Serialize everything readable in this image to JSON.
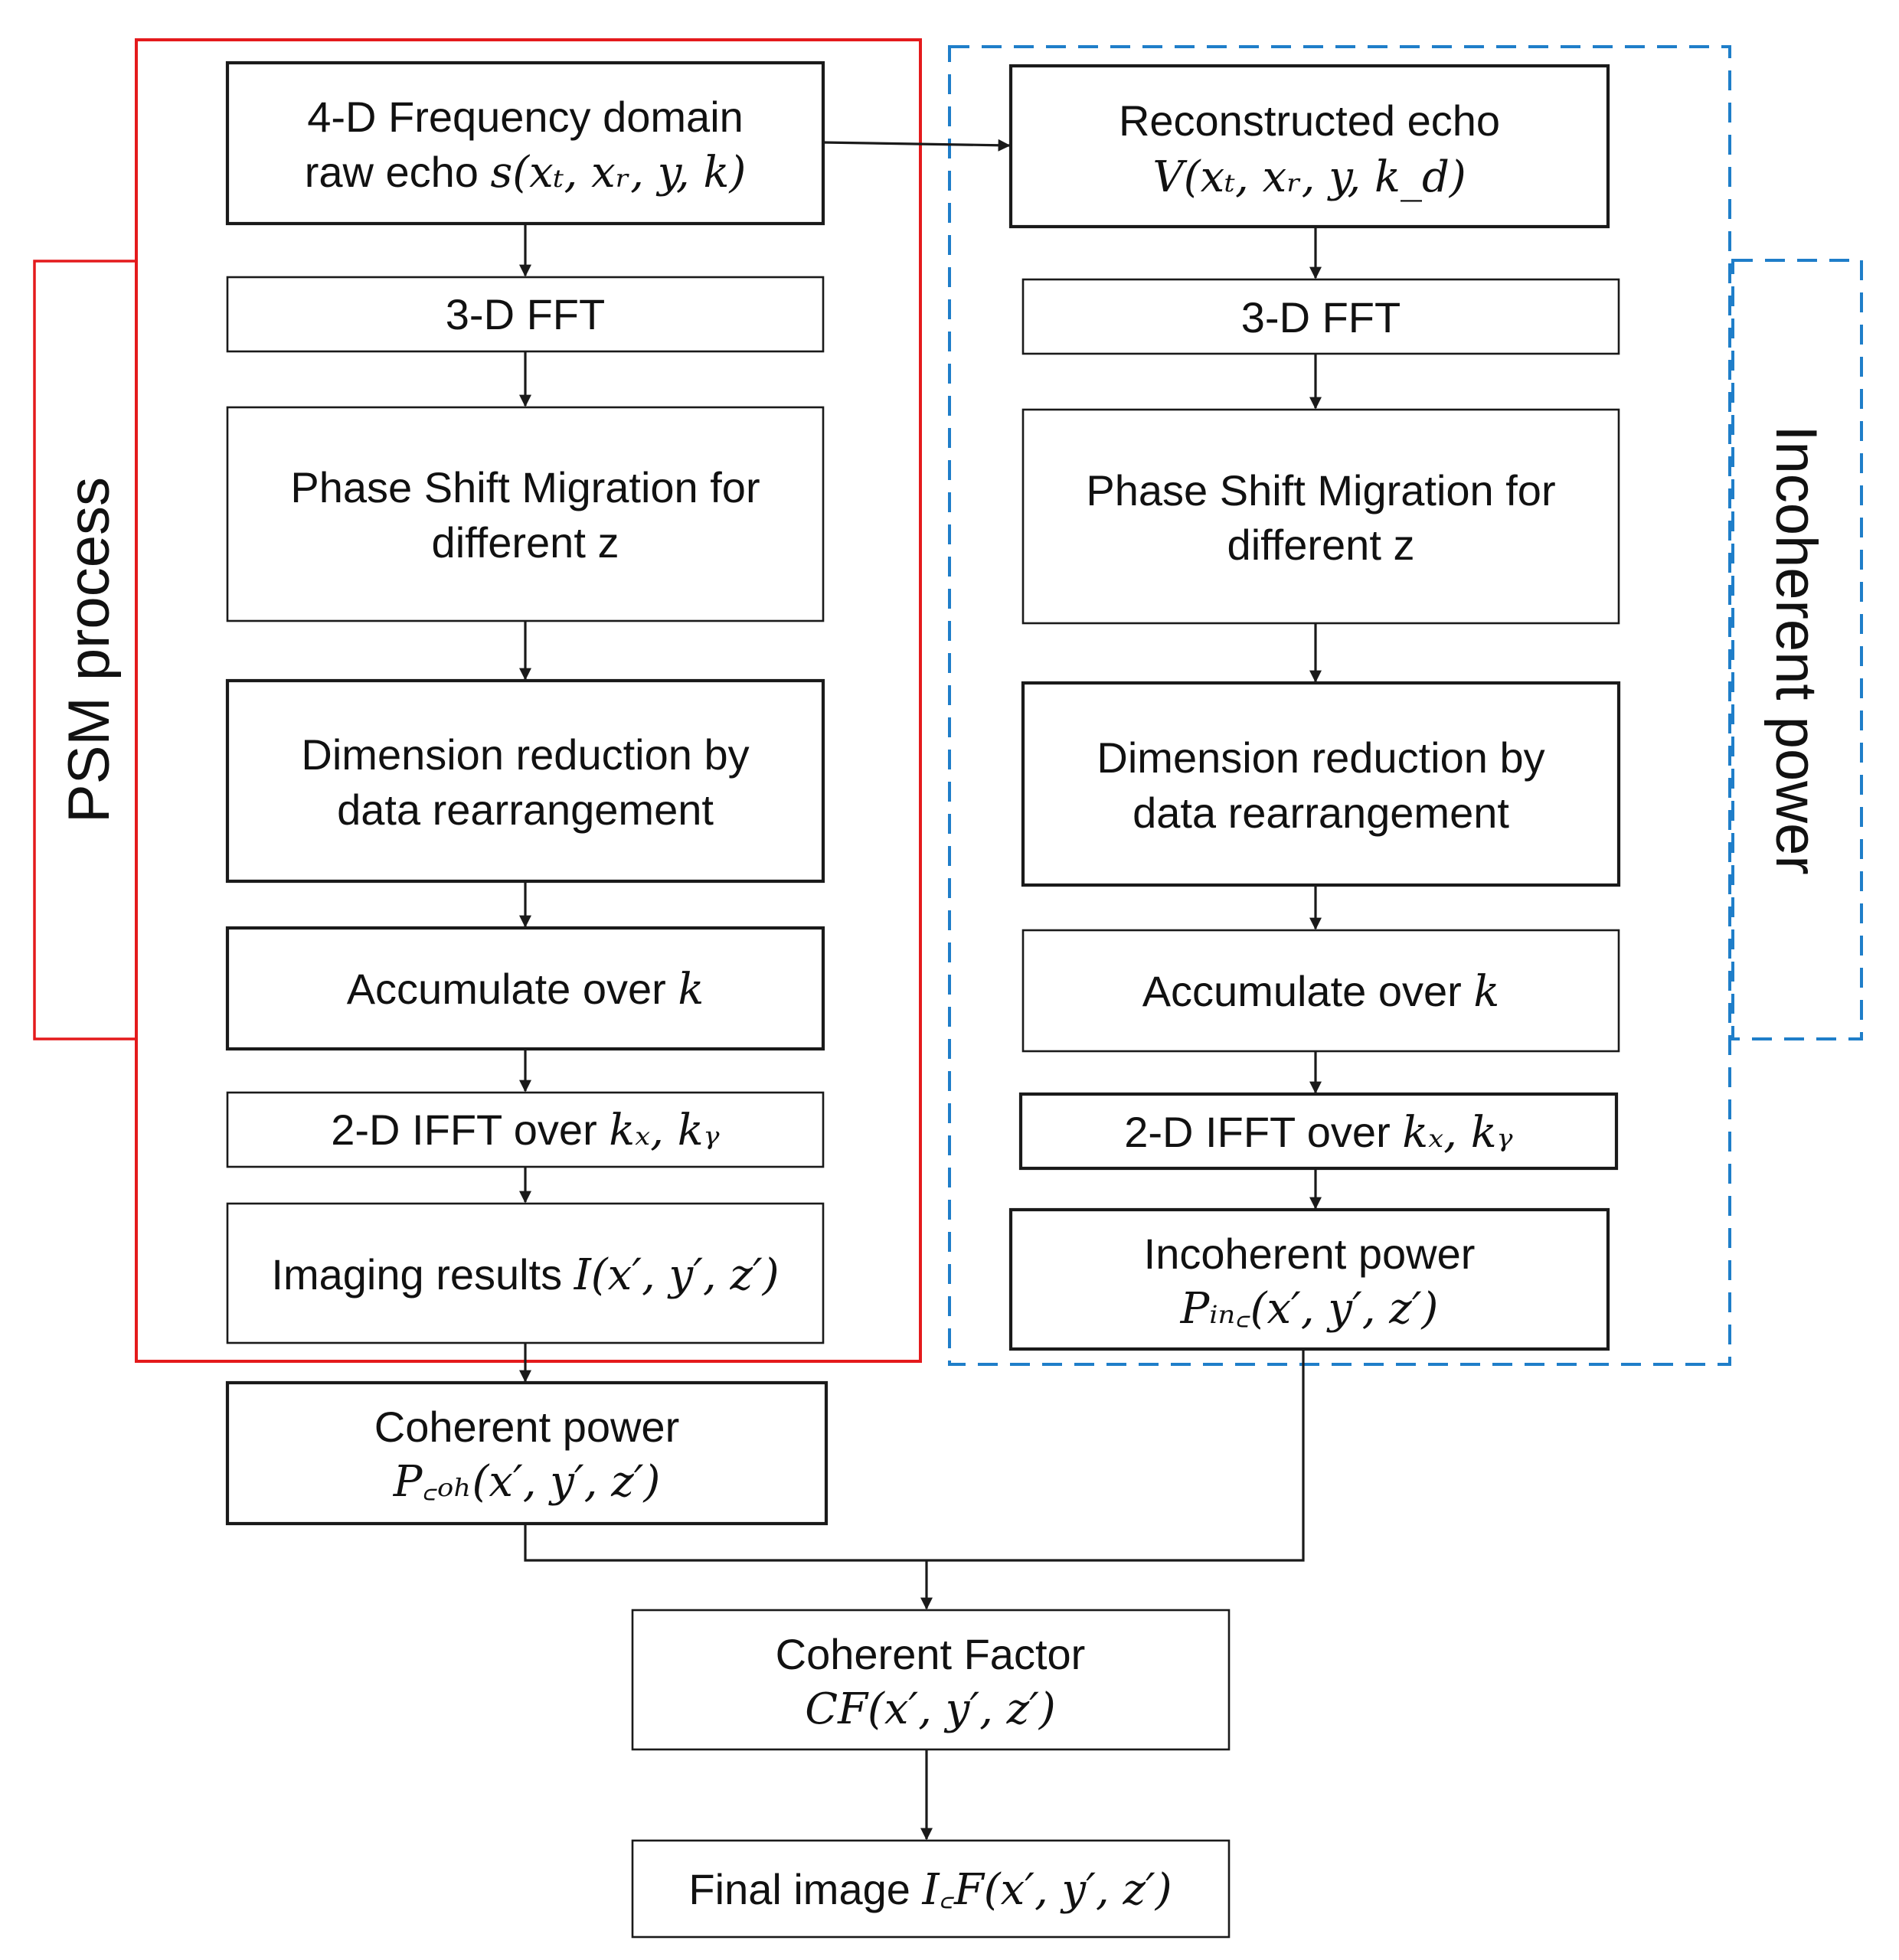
{
  "colors": {
    "psm_group": "#e41a1c",
    "incoherent_group": "#1f7ec9",
    "box_stroke": "#1a1a1a",
    "text": "#111111"
  },
  "groups": {
    "psm_label": "PSM process",
    "incoherent_label": "Incoherent power"
  },
  "left": {
    "raw_echo": {
      "line1": "4-D Frequency domain",
      "line2_text": "raw echo ",
      "line2_math": "s(xₜ, xᵣ, y, k)"
    },
    "fft": "3-D  FFT",
    "psm": {
      "line1": "Phase Shift Migration for",
      "line2": "different z"
    },
    "dim": {
      "line1": "Dimension reduction by",
      "line2": "data rearrangement"
    },
    "accumulate": {
      "text": "Accumulate over ",
      "math": "k"
    },
    "ifft": {
      "text": "2-D  IFFT over ",
      "math": "kₓ, kᵧ"
    },
    "imaging": {
      "text": "Imaging results ",
      "math": "I(x′, y′, z′)"
    },
    "coherent_power": {
      "line1": "Coherent power",
      "line2_math": "P꜀ₒₕ(x′, y′, z′)"
    }
  },
  "right": {
    "reconstructed": {
      "line1": "Reconstructed echo",
      "line2_math": "V(xₜ, xᵣ, y, k_d)"
    },
    "fft": "3-D  FFT",
    "psm": {
      "line1": "Phase Shift Migration for",
      "line2": "different z"
    },
    "dim": {
      "line1": "Dimension reduction by",
      "line2": "data rearrangement"
    },
    "accumulate": {
      "text": "Accumulate over ",
      "math": "k"
    },
    "ifft": {
      "text": "2-D  IFFT over ",
      "math": "kₓ, kᵧ"
    },
    "incoherent_power": {
      "line1": "Incoherent power",
      "line2_math": "Pᵢₙ꜀(x′, y′, z′)"
    }
  },
  "bottom": {
    "cf": {
      "line1": "Coherent Factor",
      "line2_math": "CF(x′, y′, z′)"
    },
    "final": {
      "text": "Final image ",
      "math": "I꜀F(x′, y′, z′)"
    }
  }
}
